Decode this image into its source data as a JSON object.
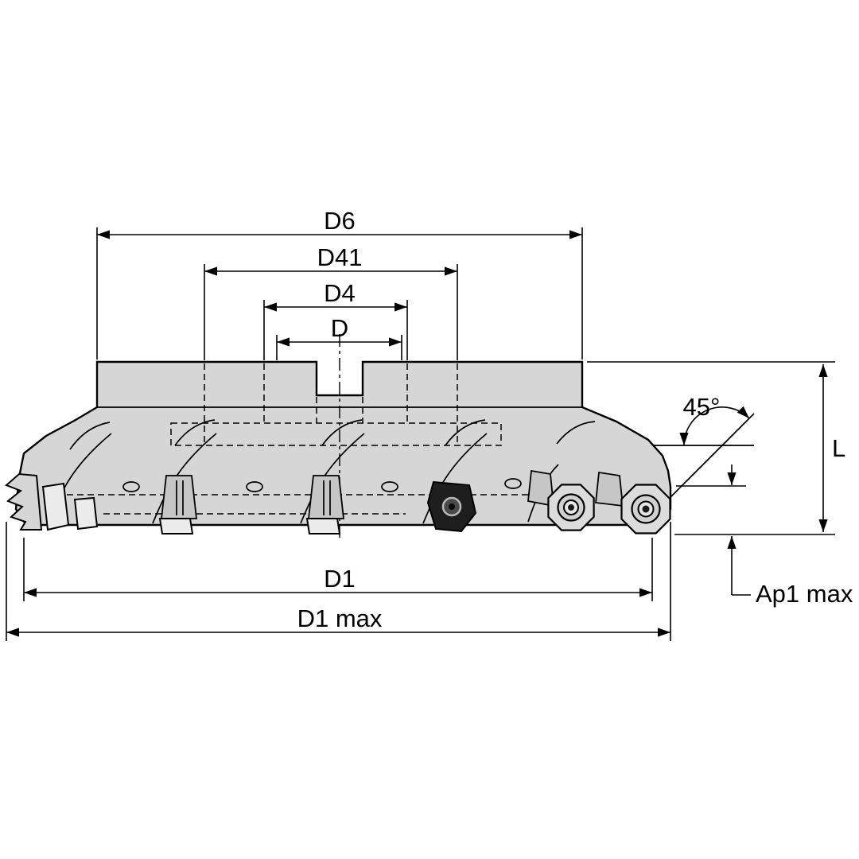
{
  "labels": {
    "d6": "D6",
    "d41": "D41",
    "d4": "D4",
    "d": "D",
    "d1": "D1",
    "d1_max": "D1 max",
    "l": "L",
    "ap1_max": "Ap1 max",
    "angle": "45°"
  },
  "colors": {
    "line": "#000000",
    "body_fill": "#d6d6d6",
    "wedge_fill": "#c6c6c6",
    "insert_fill": "#ececec",
    "dark_insert_fill": "#1e1e1e",
    "background": "#ffffff"
  }
}
